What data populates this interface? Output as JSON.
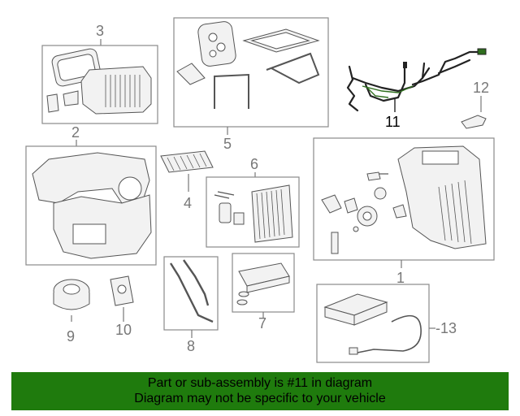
{
  "callouts": {
    "c1": "1",
    "c2": "2",
    "c3": "3",
    "c4": "4",
    "c5": "5",
    "c6": "6",
    "c7": "7",
    "c8": "8",
    "c9": "9",
    "c10": "10",
    "c11": "11",
    "c12": "12",
    "c13": "-13"
  },
  "highlighted_part": "11",
  "colors": {
    "highlight": "#2f6e1e",
    "banner": "#1f7b0d"
  },
  "banner": {
    "line1": "Part or sub-assembly is #11 in diagram",
    "line2": "Diagram may not be specific to your vehicle"
  }
}
